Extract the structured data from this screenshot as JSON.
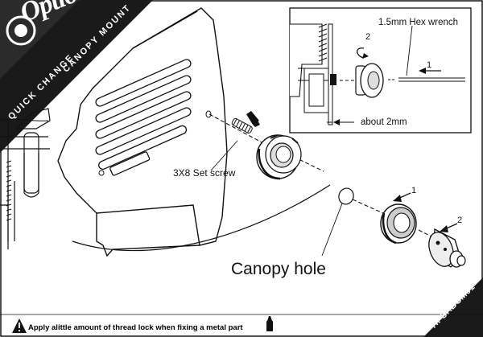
{
  "brand": {
    "logo_text": "Option",
    "banner_line1": "QUICK CHANGE",
    "banner_line2": "CANOPY MOUNT"
  },
  "labels": {
    "hex_wrench": "1.5mm Hex wrench",
    "about": "about 2mm",
    "set_screw": "3X8 Set screw",
    "canopy_hole": "Canopy hole",
    "step1_a": "1",
    "step2_a": "2",
    "step1_b": "1",
    "step2_b": "2"
  },
  "footer": {
    "note": "Apply alittle amount of thread lock when fixing a metal part",
    "product_code": "HPSABCM01"
  },
  "colors": {
    "ink": "#111111",
    "banner": "#1a1a1a",
    "paper": "#ffffff"
  }
}
